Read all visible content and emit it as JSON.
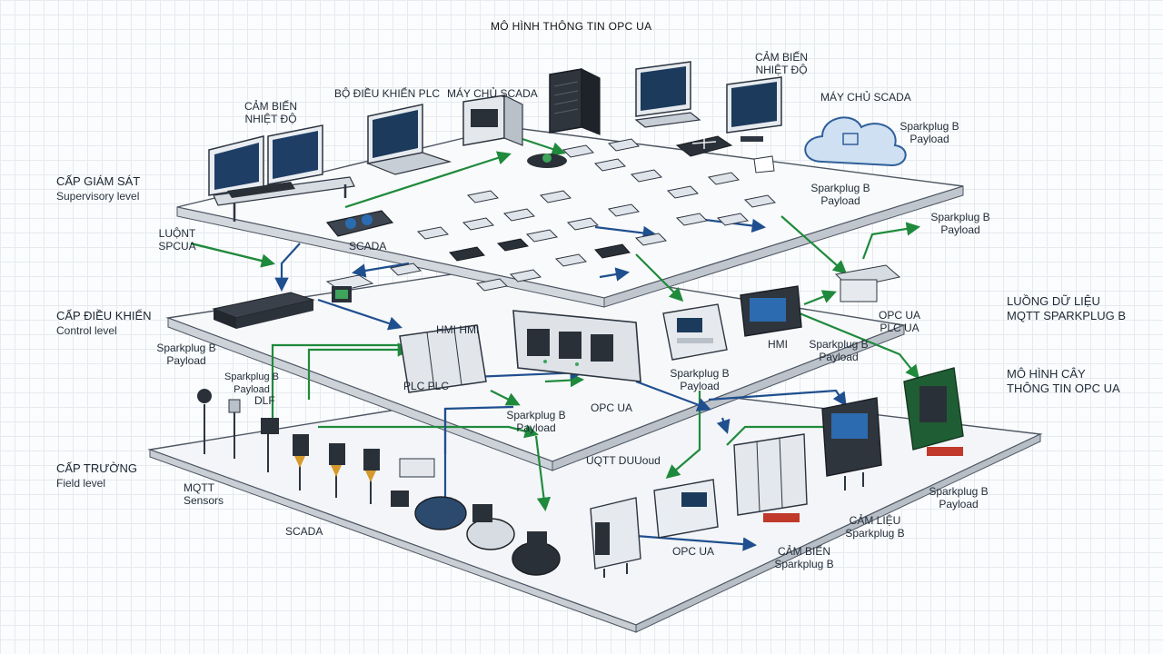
{
  "title": "MÔ HÌNH THÔNG TIN OPC UA",
  "levels": {
    "supervisory": {
      "vi": "CẤP GIÁM SÁT",
      "en": "Supervisory level"
    },
    "control": {
      "vi": "CẤP ĐIỀU KHIỂN",
      "en": "Control level"
    },
    "field": {
      "vi": "CẤP TRƯỜNG",
      "en": "Field level"
    }
  },
  "labels": {
    "sensor_temp_left": "CẢM BIẾN\nNHIỆT ĐỘ",
    "plc_controller": "BỘ ĐIỀU KHIỂN PLC",
    "scada_server_1": "MÁY CHỦ SCADA",
    "sensor_temp_right": "CẢM BIẾN\nNHIỆT ĐỘ",
    "scada_server_2": "MÁY CHỦ SCADA",
    "sparkplug_cloud": "Sparkplug B\nPayload",
    "sparkplug_top_mid": "Sparkplug B\nPayload",
    "sparkplug_top_right": "Sparkplug B\nPayload",
    "luont_spcua": "LUỘNT\nSPCUA",
    "scada_top": "SCADA",
    "mqtt_flow": "LUỒNG DỮ LIỆU\nMQTT SPARKPLUG B",
    "opc_tree": "MÔ HÌNH CÂY\nTHÔNG TIN OPC UA",
    "sparkplug_control_left": "Sparkplug B\nPayload",
    "hmi_hmi": "HMI HMI",
    "plc_plc": "PLC PLC",
    "sparkplug_center": "Sparkplug B\nPayload",
    "opc_ua_center": "OPC UA",
    "sparkplug_control_right": "Sparkplug B\nPayload",
    "hmi": "HMI",
    "sparkplug_hmi": "Sparkplug B\nPayload",
    "opc_plc_ua": "OPC UA\nPLC UA",
    "dlf": "DLF",
    "sparkplug_field_left": "Sparkplug B\nPayload",
    "mqtt_sensors": "MQTT\nSensors",
    "scada_field": "SCADA",
    "uqtt": "UQTT DUUoud",
    "opc_ua_field": "OPC UA",
    "cam_bien_field": "CẢM BIẾN\nSparkplug B",
    "cam_lieu": "CẢM LIỆU\nSparkplug B",
    "sparkplug_field_right": "Sparkplug B\nPayload"
  },
  "colors": {
    "green_flow": "#1f8a3c",
    "blue_flow": "#1f4f8f",
    "platform": "#f5f7fa",
    "platform_edge": "#5a6470",
    "device_dark": "#2a3038",
    "screen": "#1b3a5c"
  }
}
